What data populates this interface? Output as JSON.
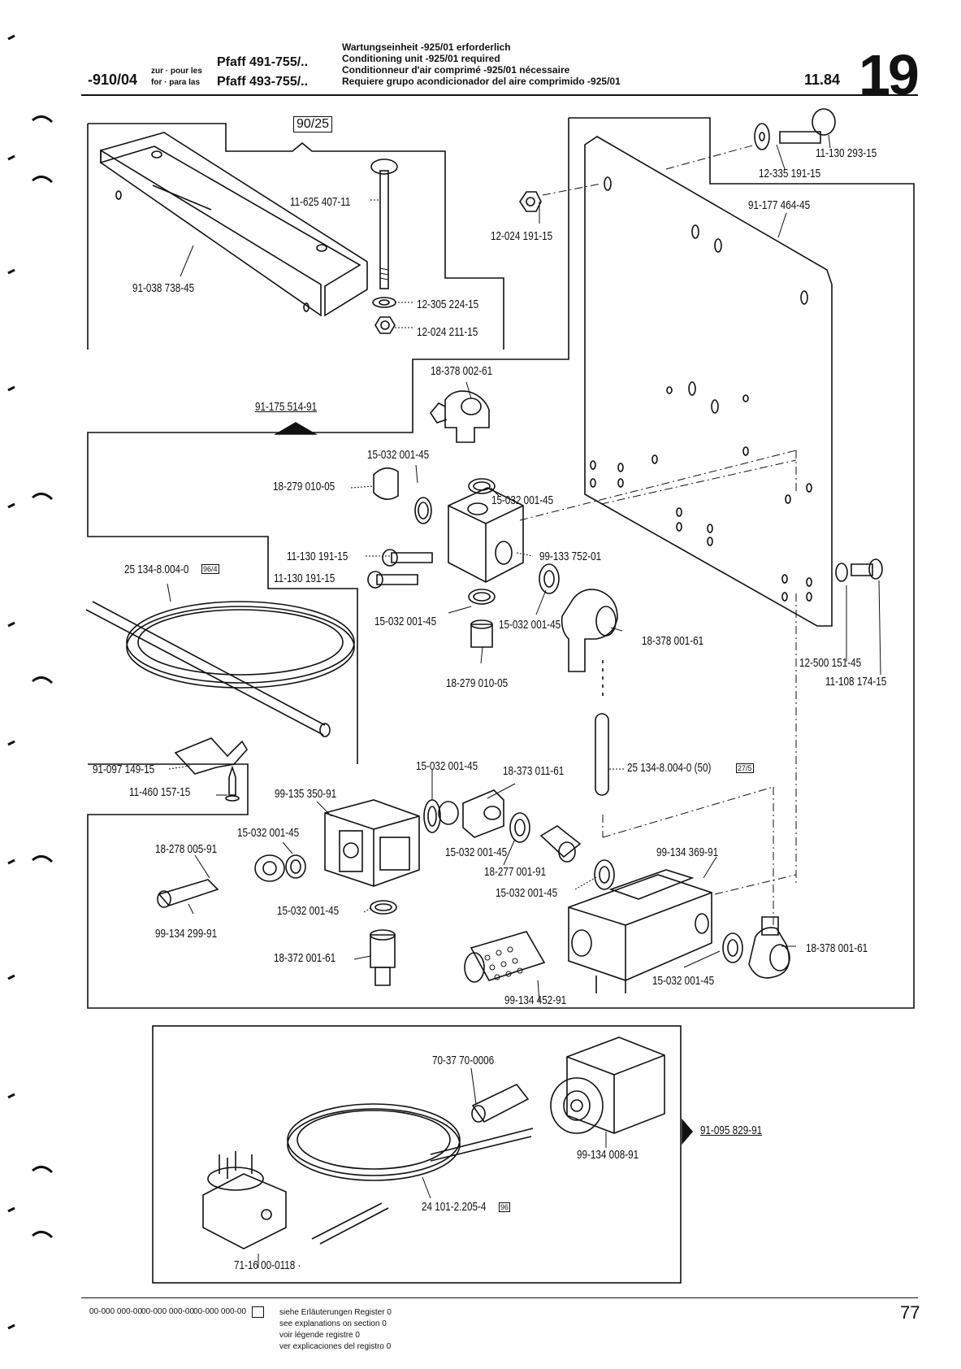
{
  "header": {
    "left_code": "-910/04",
    "zur_pour": "zur · pour les",
    "for_para": "for · para las",
    "model_1": "Pfaff 491-755/..",
    "model_2": "Pfaff 493-755/..",
    "notes": [
      "Wartungseinheit -925/01 erforderlich",
      "Conditioning unit -925/01 required",
      "Conditionneur d'air comprimé -925/01 nécessaire",
      "Requiere grupo acondicionador del aire comprimido -925/01"
    ],
    "date": "11.84",
    "page_section": "19"
  },
  "ref_box": "90/25",
  "labels": {
    "l01": "11-130 293-15",
    "l02": "12-335 191-15",
    "l03": "91-177 464-45",
    "l04": "11-625 407-11",
    "l05": "12-024 191-15",
    "l06": "91-038 738-45",
    "l07": "12-305 224-15",
    "l08": "12-024 211-15",
    "l09": "18-378 002-61",
    "l10": "91-175 514-91",
    "l11": "15-032 001-45",
    "l12": "18-279 010-05",
    "l13": "15-032 001-45",
    "l14": "11-130 191-15",
    "l15": "99-133 752-01",
    "l16": "25 134-8.004-0",
    "l16b": "96/4",
    "l17": "11-130 191-15",
    "l18": "15-032 001-45",
    "l19": "15-032 001-45",
    "l20": "18-378 001-61",
    "l21": "12-500 151-45",
    "l22": "11-108 174-15",
    "l23": "18-279 010-05",
    "l24": "91-097 149-15",
    "l25": "11-460 157-15",
    "l26": "15-032 001-45",
    "l27": "18-373 011-61",
    "l28": "25 134-8.004-0 (50)",
    "l28b": "27/5",
    "l29": "99-135 350-91",
    "l30": "15-032 001-45",
    "l31": "18-278 005-91",
    "l32": "15-032 001-45",
    "l33": "18-277 001-91",
    "l34": "99-134 369-91",
    "l35": "15-032 001-45",
    "l36": "99-134 299-91",
    "l37": "15-032 001-45",
    "l38": "18-372 001-61",
    "l39": "18-378 001-61",
    "l40": "15-032 001-45",
    "l41": "99-134 452-91",
    "l42": "70-37 70-0006",
    "l43": "91-095 829-91",
    "l44": "99-134 008-91",
    "l45": "24 101-2.205-4",
    "l45b": "96",
    "l46": "71-16 00-0118 ·"
  },
  "footer": {
    "codes": [
      "00-000 000-00",
      "00-000 000-00",
      "00-000 000-00"
    ],
    "lines": [
      "siehe Erläuterungen Register 0",
      "see explanations on section 0",
      "voir légende registre 0",
      "ver explicaciones del registro 0"
    ],
    "page_number": "77"
  }
}
